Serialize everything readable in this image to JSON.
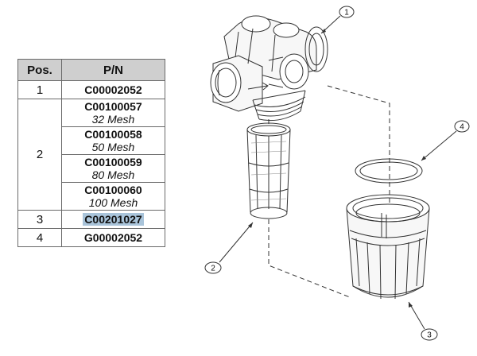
{
  "table": {
    "headers": {
      "pos": "Pos.",
      "pn": "P/N"
    },
    "rows": [
      {
        "pos": "1",
        "entries": [
          {
            "pn": "C00002052",
            "mesh": ""
          }
        ]
      },
      {
        "pos": "2",
        "entries": [
          {
            "pn": "C00100057",
            "mesh": "32 Mesh"
          },
          {
            "pn": "C00100058",
            "mesh": "50 Mesh"
          },
          {
            "pn": "C00100059",
            "mesh": "80 Mesh"
          },
          {
            "pn": "C00100060",
            "mesh": "100 Mesh"
          }
        ]
      },
      {
        "pos": "3",
        "entries": [
          {
            "pn": "C00201027",
            "mesh": "",
            "highlight": true
          }
        ]
      },
      {
        "pos": "4",
        "entries": [
          {
            "pn": "G00002052",
            "mesh": ""
          }
        ]
      }
    ]
  },
  "callouts": [
    "1",
    "2",
    "3",
    "4"
  ],
  "colors": {
    "highlight": "#a9c4da",
    "header_bg": "#cfcfcf",
    "line": "#333333"
  }
}
